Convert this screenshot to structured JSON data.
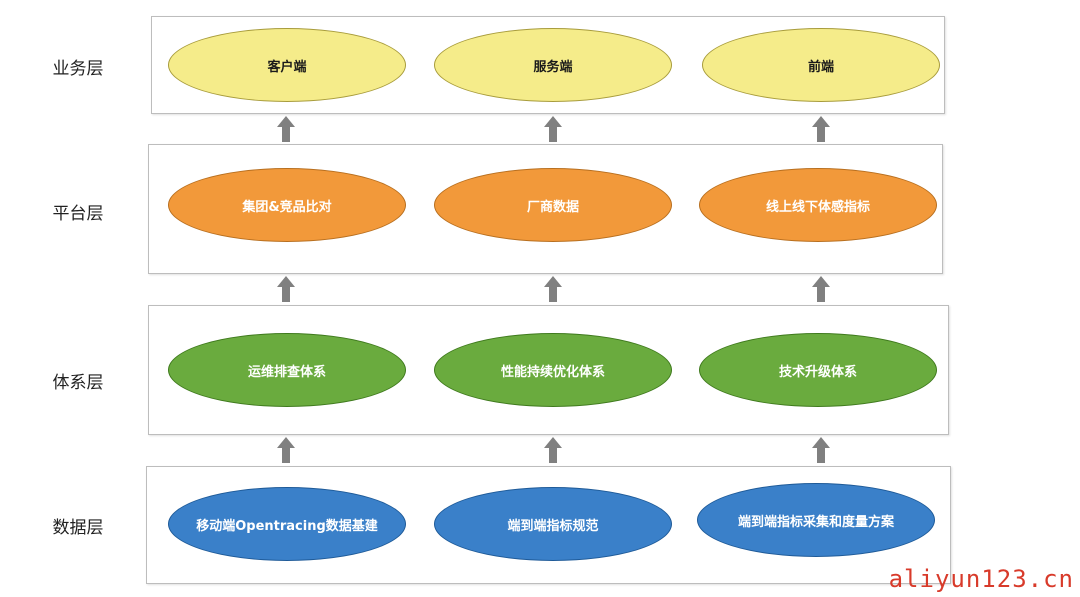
{
  "layers": [
    {
      "label": "业务层",
      "nodes": [
        "客户端",
        "服务端",
        "前端"
      ]
    },
    {
      "label": "平台层",
      "nodes": [
        "集团&竞品比对",
        "厂商数据",
        "线上线下体感指标"
      ]
    },
    {
      "label": "体系层",
      "nodes": [
        "运维排查体系",
        "性能持续优化体系",
        "技术升级体系"
      ]
    },
    {
      "label": "数据层",
      "nodes": [
        "移动端Opentracing数据基建",
        "端到端指标规范",
        "端到端指标采集和度量方案"
      ]
    }
  ],
  "watermark": "aliyun123.cn",
  "colors": {
    "yellow": "#f5ec8a",
    "orange": "#f2993a",
    "green": "#6aab3e",
    "blue": "#3a80c9",
    "arrow": "#808080"
  }
}
